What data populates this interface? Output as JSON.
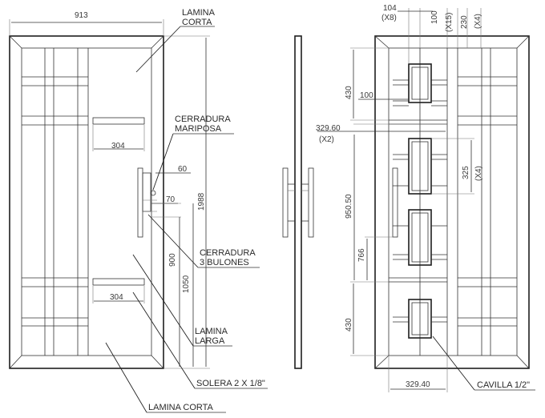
{
  "labels": {
    "lamina_corta_top": [
      "LAMINA",
      "CORTA"
    ],
    "cerradura_mariposa": [
      "CERRADURA",
      "MARIPOSA"
    ],
    "cerradura_bulones": [
      "CERRADURA",
      "3 BULONES"
    ],
    "lamina_larga": [
      "LAMINA",
      "LARGA"
    ],
    "solera": "SOLERA 2 X 1/8\"",
    "lamina_corta_bottom": "LAMINA CORTA",
    "cavilla": "CAVILLA 1/2\""
  },
  "front_dims": {
    "width": "913",
    "height": "1988",
    "handle_top": "304",
    "handle_bottom": "304",
    "d60": "60",
    "d70": "70",
    "d900": "900",
    "d1050": "1050"
  },
  "back_dims": {
    "d104": "104",
    "x8": "(X8)",
    "d100_top": "100",
    "x15": "(X15)",
    "d230": "230",
    "x4_top": "(X4)",
    "d430_top": "430",
    "d100_mid": "100",
    "d329_60": "329.60",
    "x2": "(X2)",
    "d950_50": "950.50",
    "d325": "325",
    "x4_mid": "(X4)",
    "d766": "766",
    "d430_bottom": "430",
    "d329_40": "329.40"
  }
}
